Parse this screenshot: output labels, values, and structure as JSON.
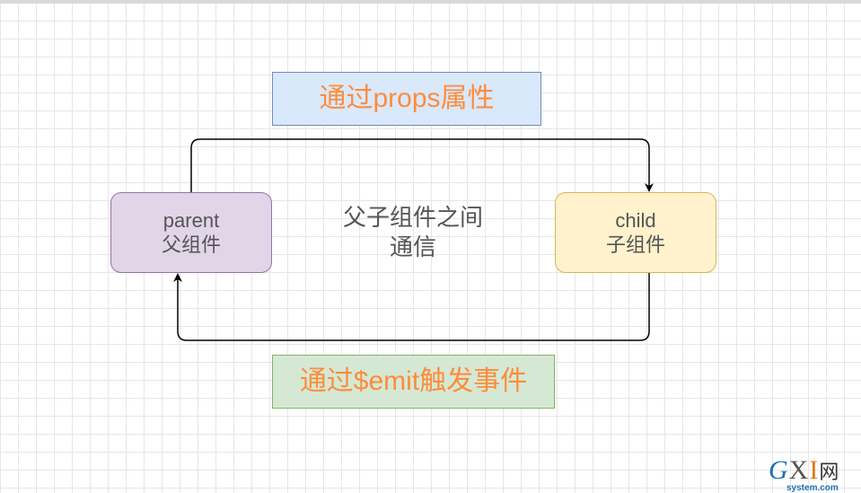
{
  "labels": {
    "props": "通过props属性",
    "emit": "通过$emit触发事件"
  },
  "nodes": {
    "parent": {
      "line1": "parent",
      "line2": "父组件"
    },
    "child": {
      "line1": "child",
      "line2": "子组件"
    }
  },
  "center_text": {
    "line1": "父子组件之间",
    "line2": "通信"
  },
  "watermark": {
    "g": "G",
    "x": "X",
    "i": "I",
    "net": "网",
    "domain": "system.com"
  },
  "colors": {
    "label_text": "#fd8c3b",
    "props_fill": "#dae8fc",
    "props_border": "#6c8ebf",
    "emit_fill": "#d5e8d4",
    "emit_border": "#82b366",
    "parent_fill": "#e1d5e7",
    "parent_border": "#9673a6",
    "child_fill": "#fff2cc",
    "child_border": "#d6b656"
  }
}
